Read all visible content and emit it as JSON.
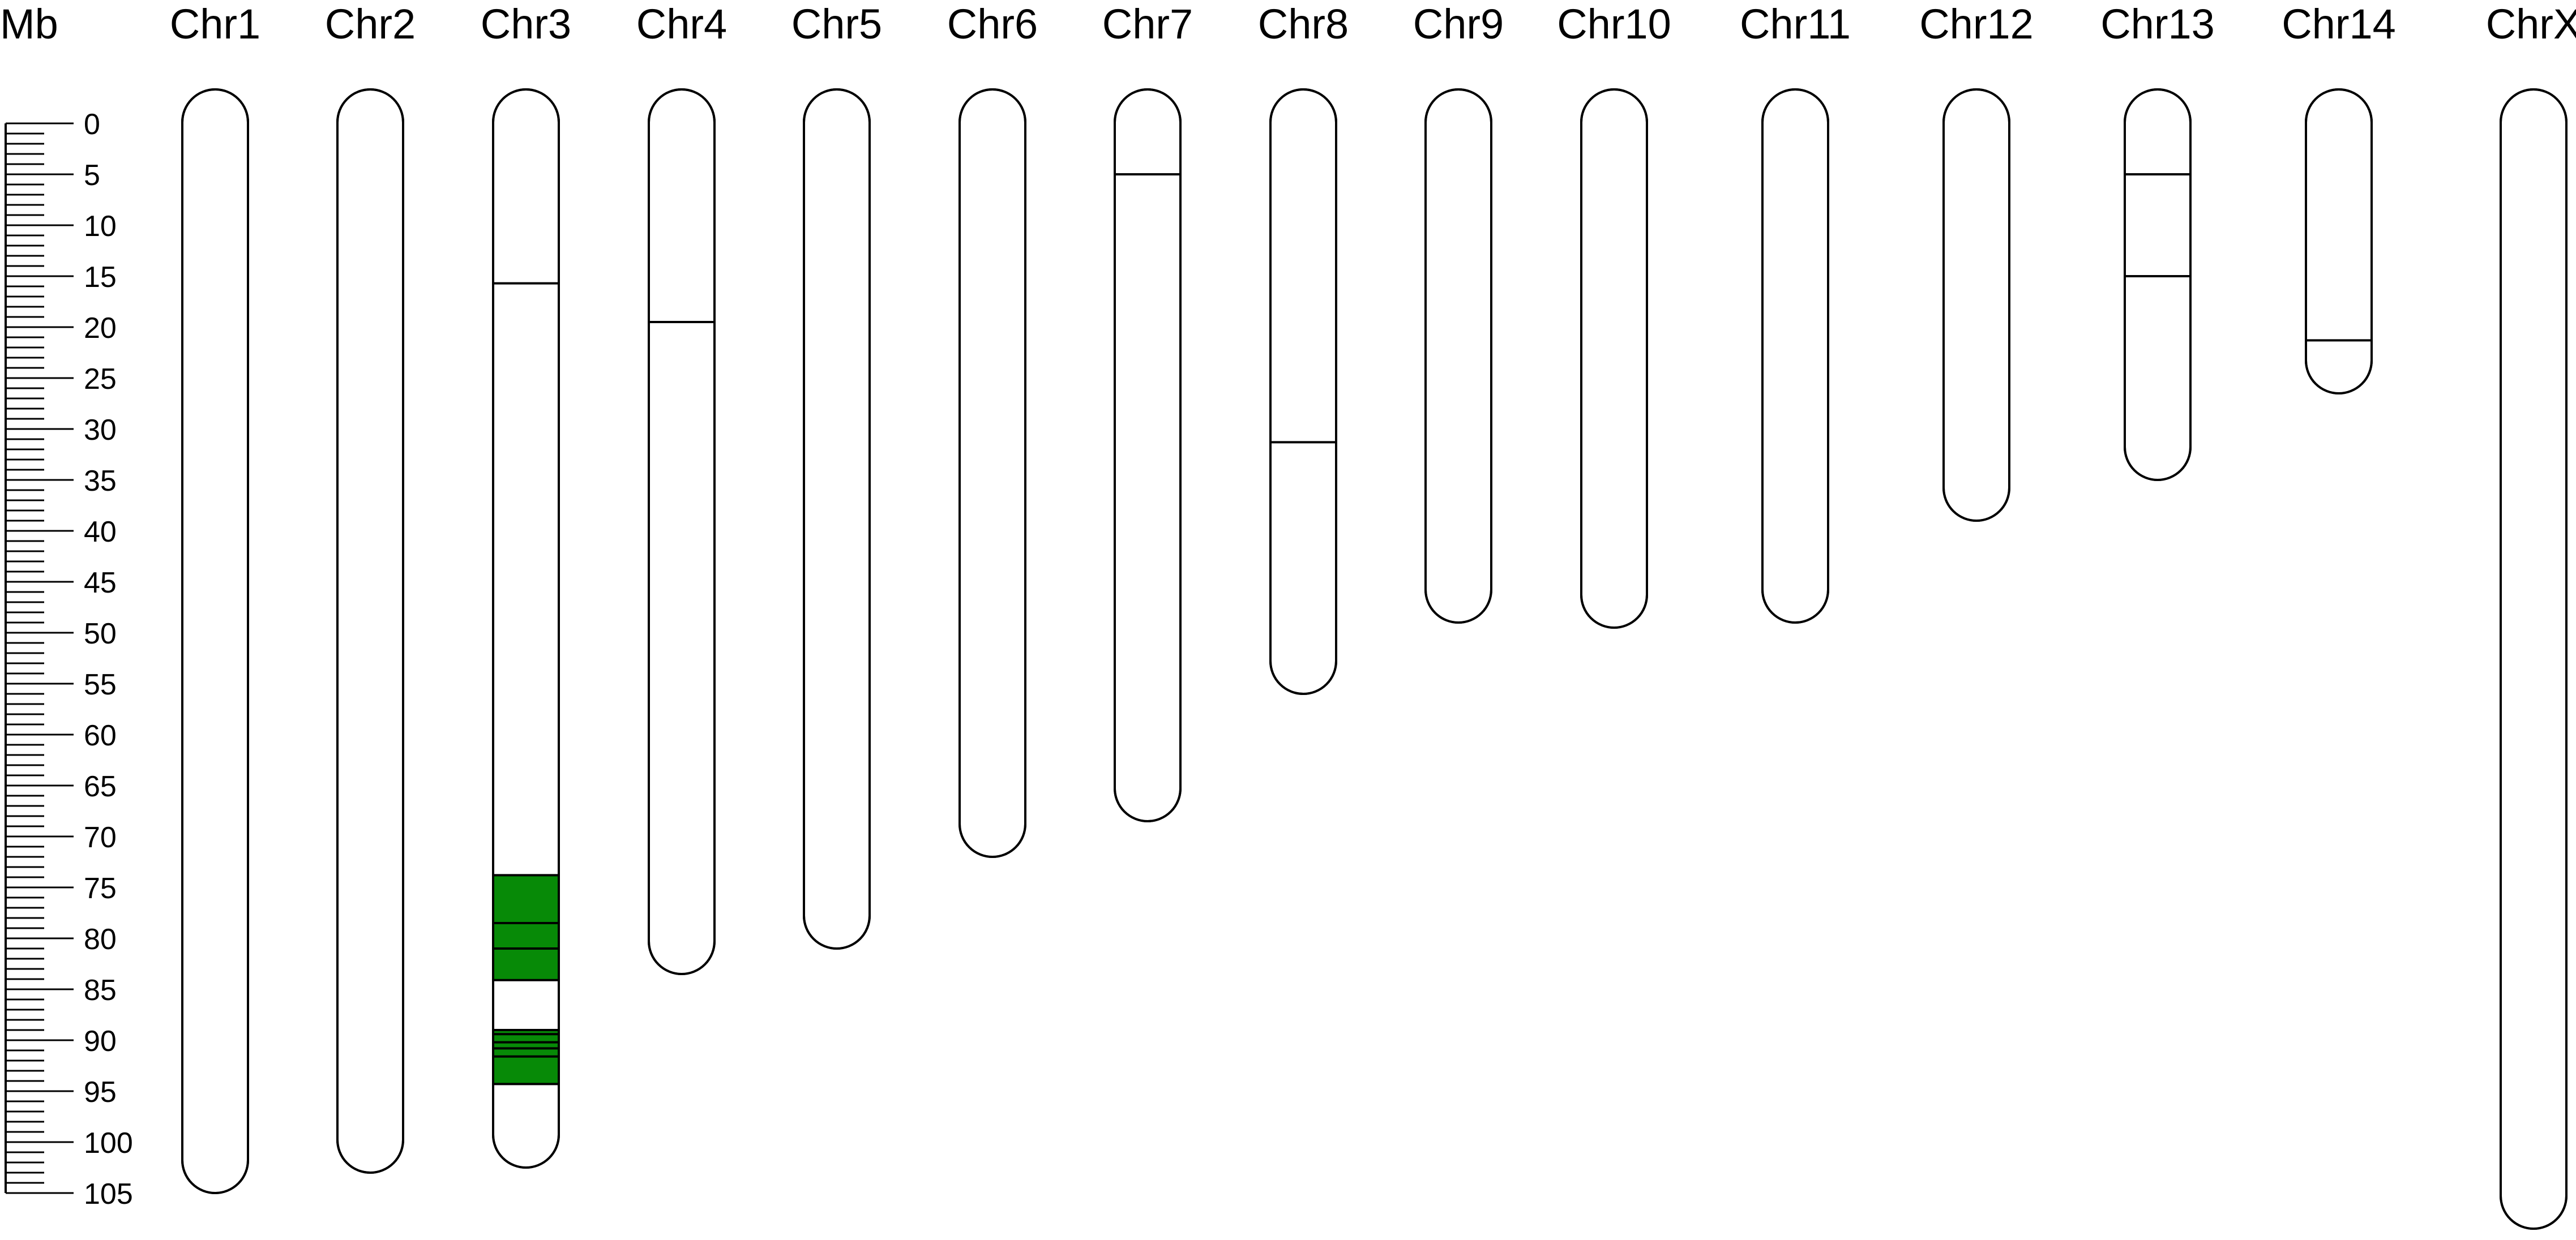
{
  "diagram": {
    "unit_label": "Mb",
    "colors": {
      "outline": "#000000",
      "fill": "#ffffff",
      "highlight": "#078A07"
    },
    "scale": {
      "min": 0,
      "max": 105,
      "label_step": 5,
      "minor_step": 1,
      "tick_labels": [
        "0",
        "5",
        "10",
        "15",
        "20",
        "25",
        "30",
        "35",
        "40",
        "45",
        "50",
        "55",
        "60",
        "65",
        "70",
        "75",
        "80",
        "85",
        "90",
        "95",
        "100",
        "105"
      ]
    },
    "chromosomes": [
      {
        "name": "Chr1",
        "length": 105.0,
        "markers": [],
        "regions": []
      },
      {
        "name": "Chr2",
        "length": 103.0,
        "markers": [],
        "regions": []
      },
      {
        "name": "Chr3",
        "length": 102.5,
        "markers": [
          15.7
        ],
        "regions": [
          {
            "start": 73.8,
            "end": 84.1,
            "lines": [
              78.5,
              81.0
            ]
          },
          {
            "start": 89.0,
            "end": 94.3,
            "lines": [
              89.4,
              90.2,
              90.8,
              91.6
            ]
          }
        ]
      },
      {
        "name": "Chr4",
        "length": 83.5,
        "markers": [
          19.5
        ],
        "regions": []
      },
      {
        "name": "Chr5",
        "length": 81.0,
        "markers": [],
        "regions": []
      },
      {
        "name": "Chr6",
        "length": 72.0,
        "markers": [],
        "regions": []
      },
      {
        "name": "Chr7",
        "length": 68.5,
        "markers": [
          5.0
        ],
        "regions": []
      },
      {
        "name": "Chr8",
        "length": 56.0,
        "markers": [
          31.3
        ],
        "regions": []
      },
      {
        "name": "Chr9",
        "length": 49.0,
        "markers": [],
        "regions": []
      },
      {
        "name": "Chr10",
        "length": 49.5,
        "markers": [],
        "regions": []
      },
      {
        "name": "Chr11",
        "length": 49.0,
        "markers": [],
        "regions": []
      },
      {
        "name": "Chr12",
        "length": 39.0,
        "markers": [],
        "regions": []
      },
      {
        "name": "Chr13",
        "length": 35.0,
        "markers": [
          5.0,
          15.0
        ],
        "regions": []
      },
      {
        "name": "Chr14",
        "length": 26.5,
        "markers": [
          21.3
        ],
        "regions": []
      },
      {
        "name": "ChrX",
        "length": 108.5,
        "markers": [],
        "regions": []
      }
    ]
  }
}
